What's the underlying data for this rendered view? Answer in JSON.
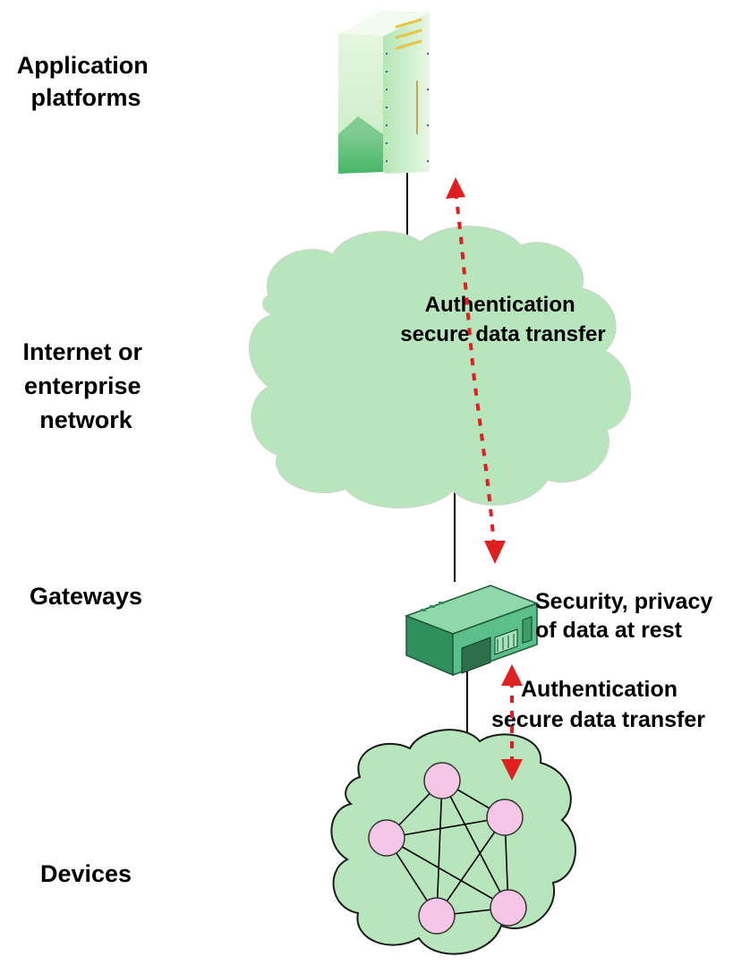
{
  "layers": [
    {
      "id": "app",
      "lines": [
        "Application",
        "platforms"
      ]
    },
    {
      "id": "net",
      "lines": [
        "Internet or",
        "enterprise",
        "network"
      ]
    },
    {
      "id": "gw",
      "lines": [
        "Gateways"
      ]
    },
    {
      "id": "dev",
      "lines": [
        "Devices"
      ]
    }
  ],
  "annotations": {
    "cloud_auth": [
      "Authentication",
      "secure data transfer"
    ],
    "gateway_security": [
      "Security, privacy",
      "of data at rest"
    ],
    "device_auth": [
      "Authentication",
      "secure data transfer"
    ]
  },
  "colors": {
    "cloud_fill": "#b8e6bc",
    "cloud_stroke": "#1a1a1a",
    "server_fill": "#d6f2d2",
    "gateway_fill": "#5bbf8c",
    "node_fill": "#f6c6e6",
    "arrow": "#e02020"
  },
  "icons": {
    "server": "server-tower-icon",
    "gateway": "gateway-box-icon",
    "device_network": "mesh-network-icon"
  }
}
